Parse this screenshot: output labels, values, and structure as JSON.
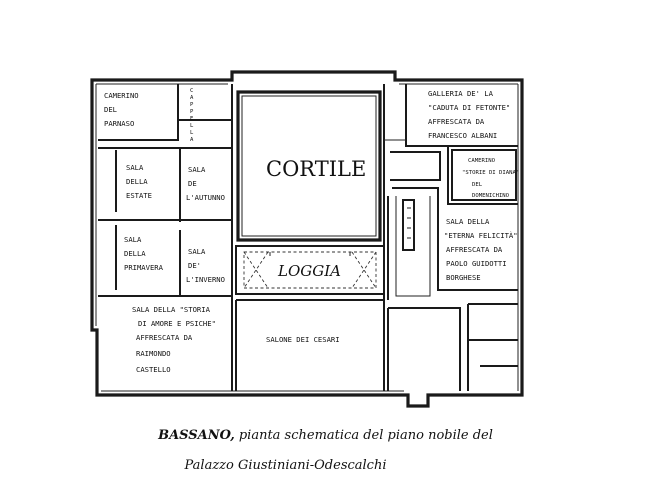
{
  "rooms": {
    "camerino_parnaso": [
      "CAMERINO",
      "DEL",
      "PARNASO"
    ],
    "cappella": [
      "C",
      "A",
      "P",
      "P",
      "E",
      "L",
      "L",
      "A"
    ],
    "galleria": [
      "GALLERIA DE' LA",
      "\"CADUTA DI FETONTE\"",
      "AFFRESCATA DA",
      "FRANCESCO ALBANI"
    ],
    "sala_estate": [
      "SALA",
      "DELLA",
      "ESTATE"
    ],
    "sala_autunno": [
      "SALA",
      "DE",
      "L'AUTUNNO"
    ],
    "cortile": "CORTILE",
    "camerino_diana": [
      "CAMERINO",
      "\"STORIE DI DIANA\"",
      "DEL",
      "DOMENICHINO"
    ],
    "sala_primavera": [
      "SALA",
      "DELLA",
      "PRIMAVERA"
    ],
    "sala_inverno": [
      "SALA",
      "DE'",
      "L'INVERNO"
    ],
    "loggia": "LOGGIA",
    "sala_eterna": [
      "SALA DELLA",
      "\"ETERNA FELICITÀ\"",
      "AFFRESCATA DA",
      "PAOLO GUIDOTTI",
      "BORGHESE"
    ],
    "sala_amore": [
      "SALA DELLA \"STORIA",
      "DI AMORE E PSICHE\"",
      "AFFRESCATA DA",
      "RAIMONDO",
      "CASTELLO"
    ],
    "salone_cesari": "SALONE DEI CESARI"
  },
  "caption": {
    "place": "BASSANO,",
    "line1_rest": " pianta schematica del piano nobile del",
    "line2": "Palazzo Giustiniani-Odescalchi"
  }
}
